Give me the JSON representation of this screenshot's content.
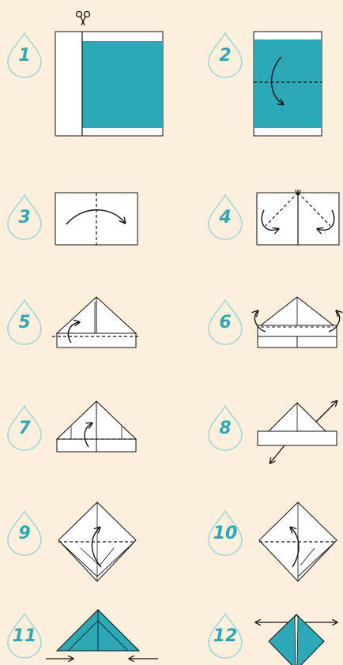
{
  "steps": [
    {
      "number": "1"
    },
    {
      "number": "2"
    },
    {
      "number": "3"
    },
    {
      "number": "4"
    },
    {
      "number": "5"
    },
    {
      "number": "6"
    },
    {
      "number": "7"
    },
    {
      "number": "8"
    },
    {
      "number": "9"
    },
    {
      "number": "10"
    },
    {
      "number": "11"
    },
    {
      "number": "12"
    }
  ],
  "colors": {
    "background": "#fcefdc",
    "accent": "#2ca9b7",
    "paper": "#ffffff",
    "line": "#111111"
  },
  "icons": {
    "scissors": "scissors-icon",
    "fold_arrow": "curved-fold-arrow-icon",
    "pull_arrow": "straight-arrow-icon"
  }
}
